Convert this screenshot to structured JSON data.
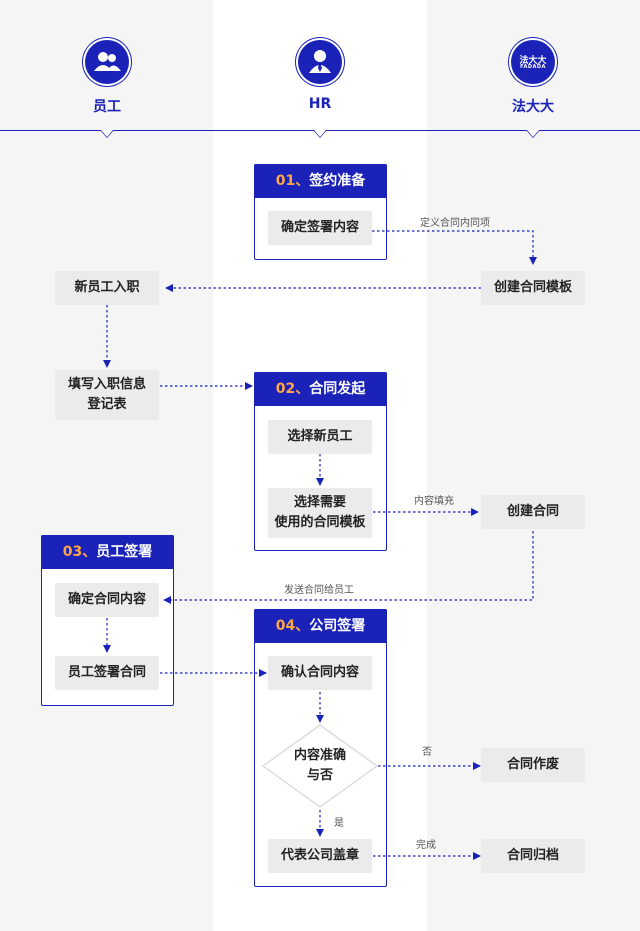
{
  "lanes": {
    "employee": {
      "title": "员工",
      "icon": "employees-icon"
    },
    "hr": {
      "title": "HR",
      "icon": "person-tie-icon"
    },
    "fadada": {
      "title": "法大大",
      "logo_text": "法大大",
      "logo_sub": "FADADA"
    }
  },
  "stages": {
    "s1": {
      "num": "01、",
      "title": "签约准备"
    },
    "s2": {
      "num": "02、",
      "title": "合同发起"
    },
    "s3": {
      "num": "03、",
      "title": "员工签署"
    },
    "s4": {
      "num": "04、",
      "title": "公司签署"
    }
  },
  "nodes": {
    "confirm_sign_content": "确定签署内容",
    "create_template": "创建合同模板",
    "new_employee_onboard": "新员工入职",
    "fill_onboard_form": "填写入职信息\n登记表",
    "select_new_employee": "选择新员工",
    "select_template": "选择需要\n使用的合同模板",
    "create_contract": "创建合同",
    "confirm_contract_content_employee": "确定合同内容",
    "employee_sign_contract": "员工签署合同",
    "confirm_contract_content_hr": "确认合同内容",
    "content_accurate": "内容准确\n与否",
    "contract_void": "合同作废",
    "company_seal": "代表公司盖章",
    "contract_archive": "合同归档"
  },
  "edge_labels": {
    "define_items": "定义合同内同项",
    "fill_content": "内容填充",
    "send_to_employee": "发送合同给员工",
    "no": "否",
    "yes": "是",
    "done": "完成"
  },
  "colors": {
    "primary": "#1a22b8",
    "accent": "#ffa646",
    "box": "#ebebeb"
  }
}
